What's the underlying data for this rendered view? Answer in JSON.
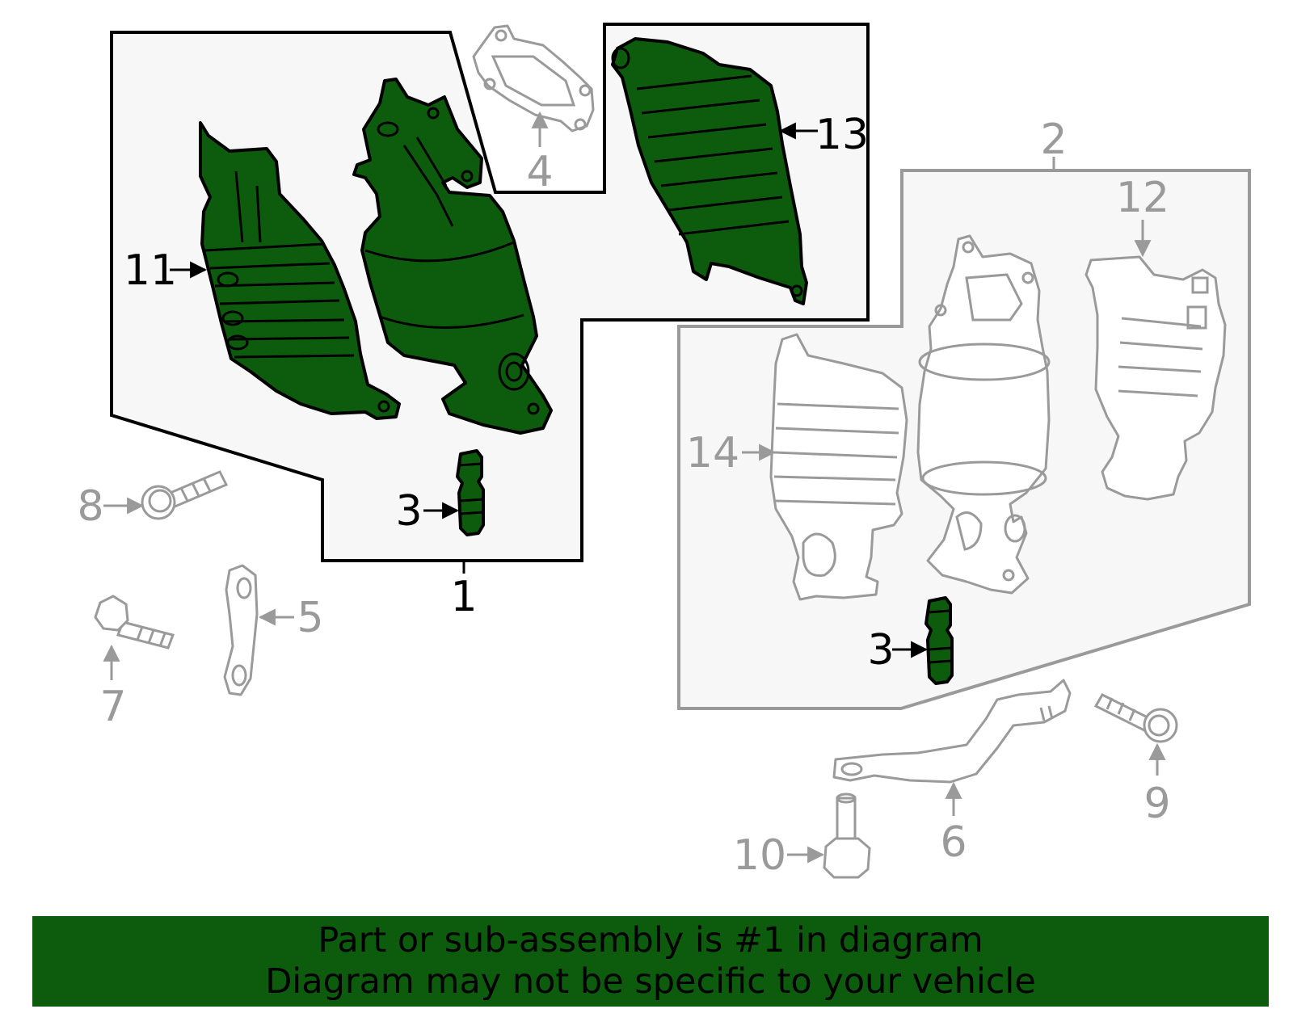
{
  "colors": {
    "highlight": "#0d5c0d",
    "outline_dark": "#000000",
    "outline_gray": "#9a9a9a",
    "panel_fill": "#f7f7f7"
  },
  "callouts": {
    "n1": "1",
    "n2": "2",
    "n3a": "3",
    "n3b": "3",
    "n4": "4",
    "n5": "5",
    "n6": "6",
    "n7": "7",
    "n8": "8",
    "n9": "9",
    "n10": "10",
    "n11": "11",
    "n12": "12",
    "n13": "13",
    "n14": "14"
  },
  "banner": {
    "line1": "Part or sub-assembly is #1 in diagram",
    "line2": "Diagram may not be specific to your vehicle"
  }
}
